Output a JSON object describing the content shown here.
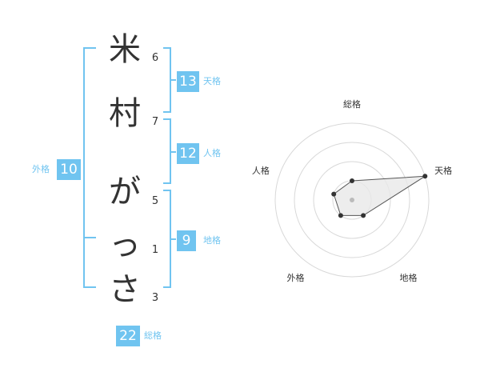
{
  "name": {
    "chars": [
      "米",
      "村",
      "が",
      "っ",
      "さ"
    ],
    "strokes": [
      "6",
      "7",
      "5",
      "1",
      "3"
    ]
  },
  "kaku": {
    "tenkaku": {
      "value": "13",
      "label": "天格"
    },
    "jinkaku": {
      "value": "12",
      "label": "人格"
    },
    "chikaku": {
      "value": "9",
      "label": "地格"
    },
    "gaikaku": {
      "value": "10",
      "label": "外格"
    },
    "soukaku": {
      "value": "22",
      "label": "総格"
    }
  },
  "radar": {
    "axes": [
      "総格",
      "天格",
      "地格",
      "外格",
      "人格"
    ],
    "levels": 4,
    "max": 4,
    "values": [
      1,
      4,
      1,
      1,
      1
    ],
    "colors": {
      "grid": "#d8d8d8",
      "fill": "#e8e8e8",
      "stroke": "#555555",
      "point": "#333333",
      "center": "#bbbbbb"
    }
  }
}
